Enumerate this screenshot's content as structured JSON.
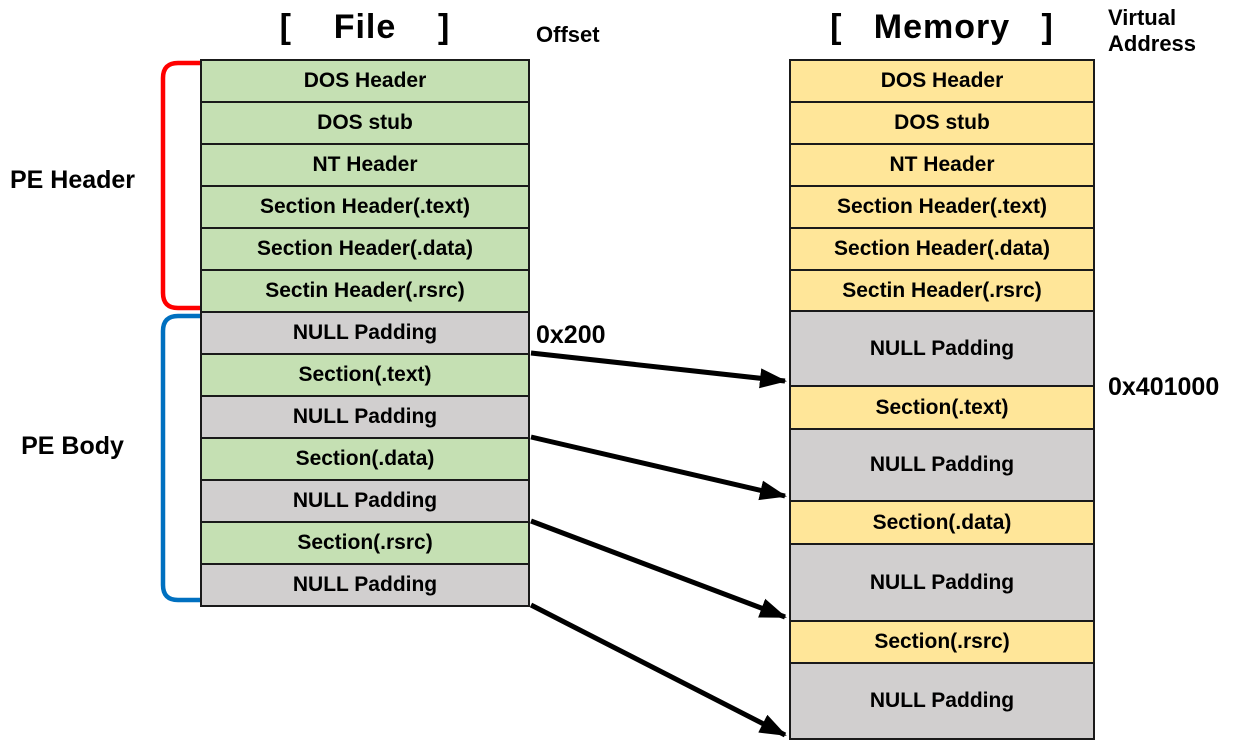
{
  "titles": {
    "file": "[    File    ]",
    "memory": "[   Memory   ]",
    "offset": "Offset",
    "virtual_address": "Virtual\nAddress"
  },
  "labels": {
    "pe_header": "PE Header",
    "pe_body": "PE Body"
  },
  "annotations": {
    "offset_value": "0x200",
    "virtual_address_value": "0x401000"
  },
  "colors": {
    "file_section_fill": "#c5e0b3",
    "memory_section_fill": "#ffe699",
    "null_padding_fill": "#d1cfcf",
    "border": "#1a1a1a",
    "pe_header_bracket": "#ff0000",
    "pe_body_bracket": "#0070c0",
    "arrow": "#000000"
  },
  "file_column": {
    "rows": [
      {
        "label": "DOS Header",
        "type": "section"
      },
      {
        "label": "DOS stub",
        "type": "section"
      },
      {
        "label": "NT Header",
        "type": "section"
      },
      {
        "label": "Section Header(.text)",
        "type": "section"
      },
      {
        "label": "Section Header(.data)",
        "type": "section"
      },
      {
        "label": "Sectin Header(.rsrc)",
        "type": "section"
      },
      {
        "label": "NULL Padding",
        "type": "padding"
      },
      {
        "label": "Section(.text)",
        "type": "section"
      },
      {
        "label": "NULL Padding",
        "type": "padding"
      },
      {
        "label": "Section(.data)",
        "type": "section"
      },
      {
        "label": "NULL Padding",
        "type": "padding"
      },
      {
        "label": "Section(.rsrc)",
        "type": "section"
      },
      {
        "label": "NULL Padding",
        "type": "padding"
      }
    ]
  },
  "memory_column": {
    "rows": [
      {
        "label": "DOS Header",
        "type": "section"
      },
      {
        "label": "DOS stub",
        "type": "section"
      },
      {
        "label": "NT Header",
        "type": "section"
      },
      {
        "label": "Section Header(.text)",
        "type": "section"
      },
      {
        "label": "Section Header(.data)",
        "type": "section"
      },
      {
        "label": "Sectin Header(.rsrc)",
        "type": "section"
      },
      {
        "label": "NULL Padding",
        "type": "padding"
      },
      {
        "label": "Section(.text)",
        "type": "section"
      },
      {
        "label": "NULL Padding",
        "type": "padding"
      },
      {
        "label": "Section(.data)",
        "type": "section"
      },
      {
        "label": "NULL Padding",
        "type": "padding"
      },
      {
        "label": "Section(.rsrc)",
        "type": "section"
      },
      {
        "label": "NULL Padding",
        "type": "padding"
      }
    ]
  },
  "mappings": [
    {
      "source": "Section(.text) file offset 0x200",
      "target": "Section(.text) virtual address 0x401000"
    },
    {
      "source": "Section(.data) file offset",
      "target": "Section(.data) virtual address"
    },
    {
      "source": "Section(.rsrc) file offset",
      "target": "Section(.rsrc) virtual address"
    },
    {
      "source": "End of file",
      "target": "End of image in memory"
    }
  ]
}
